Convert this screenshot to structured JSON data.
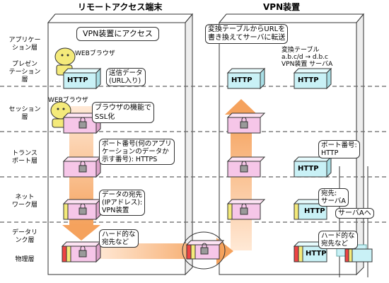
{
  "terminal": {
    "title": "リモートアクセス端末",
    "speech": "VPN装置にアクセス",
    "browser_top": "WEBブラウザ",
    "browser_mid": "WEBブラウザ",
    "send_note": "送信データ\n(URL入り)",
    "ssl_note": "ブラウザの機能で\nSSL化",
    "port_note": "ポート番号(何のアプリ\nケーションのデータか\n示す番号): HTTPS",
    "addr_note": "データの宛先\n(IPアドレス):\nVPN装置",
    "hw_note": "ハード的な\n宛先など"
  },
  "vpn": {
    "title": "VPN装置",
    "speech": "変換テーブルからURLを\n書き換えてサーバに転送",
    "table_note": "変換テーブル\na.b.c/d → d.b.c\nVPN装置 サーバA",
    "port_note": "ポート番号:\nHTTP",
    "dest_note": "宛先:\nサーバA",
    "hw_note": "ハード的な\n宛先など",
    "server_note": "サーバAへ"
  },
  "layers": [
    "アプリケー\nション層",
    "プレゼン\nテーション\n層",
    "セッション\n層",
    "トランス\nポート層",
    "ネット\nワーク層",
    "データリ\nンク層",
    "物理層"
  ],
  "http_label": "HTTP",
  "colors": {
    "http_box": "#c9f1f6",
    "pink_box": "#f6c6e8",
    "arrow": "#f7b27a",
    "lock": "#9a9a9a"
  }
}
